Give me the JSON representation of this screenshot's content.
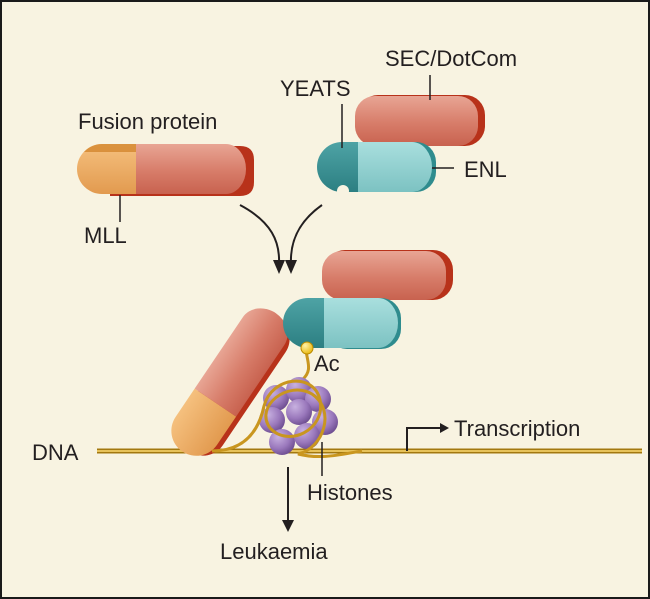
{
  "labels": {
    "fusion_protein": "Fusion protein",
    "mll": "MLL",
    "yeats": "YEATS",
    "sec_dotcom": "SEC/DotCom",
    "enl": "ENL",
    "ac": "Ac",
    "dna": "DNA",
    "transcription": "Transcription",
    "histones": "Histones",
    "leukaemia": "Leukaemia"
  },
  "colors": {
    "background": "#f8f3e1",
    "fusion_red": "#d9826f",
    "fusion_red_dark": "#b8321a",
    "mll_orange": "#e9a760",
    "mll_orange_dark": "#cf7f24",
    "enl_teal": "#8fd0d0",
    "enl_teal_dark": "#2f8c8e",
    "histone_purple": "#9a78bc",
    "dna_gold": "#c9961f",
    "acetyl_yellow": "#f4c81a"
  }
}
